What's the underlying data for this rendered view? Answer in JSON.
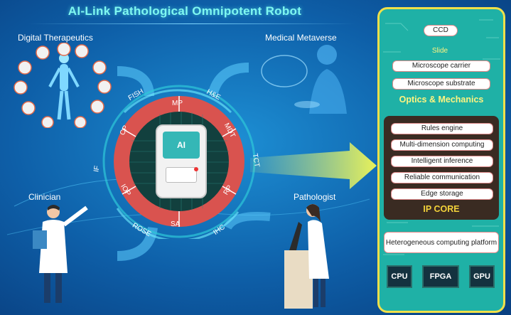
{
  "title": "AI-Link Pathological Omnipotent Robot",
  "corners": {
    "top_left": "Digital Therapeutics",
    "top_right": "Medical Metaverse",
    "bottom_left": "Clinician",
    "bottom_right": "Pathologist"
  },
  "ring": {
    "inner_segments": [
      "MP",
      "MDT",
      "RP",
      "SA",
      "IOP",
      "CP"
    ],
    "outer_labels": [
      "H&E",
      "TCT",
      "IHC",
      "ROSE",
      "IF",
      "FISH"
    ],
    "device_badge": "AI"
  },
  "panel": {
    "ccd": "CCD",
    "slide": "Slide",
    "microscope_carrier": "Microscope carrier",
    "microscope_substrate": "Microscope substrate",
    "optics_title": "Optics & Mechanics",
    "core_items": [
      "Rules engine",
      "Multi-dimension computing",
      "Intelligent inference",
      "Reliable communication",
      "Edge storage"
    ],
    "core_title": "IP CORE",
    "hetero": "Heterogeneous computing platform",
    "chips": [
      "CPU",
      "FPGA",
      "GPU"
    ]
  },
  "colors": {
    "panel_border": "#f0e04a",
    "panel_fill": "#1fb1a6",
    "ring_red": "#d9534f",
    "core_fill": "#3a2b22",
    "title": "#7ff7f0"
  }
}
